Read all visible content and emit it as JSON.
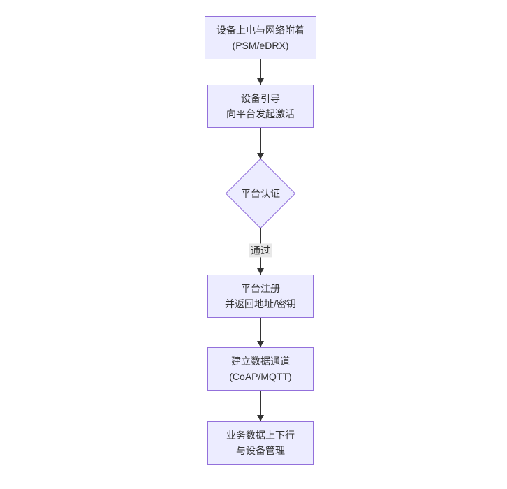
{
  "diagram": {
    "type": "flowchart",
    "direction": "top-down",
    "background_color": "#ffffff",
    "node_fill_color": "#ECECFF",
    "node_border_color": "#9370DB",
    "text_color": "#333333",
    "edge_color": "#333333",
    "edge_label_bg_color": "#e8e8e8",
    "nodes": [
      {
        "id": "A",
        "shape": "rect",
        "lines": [
          "设备上电与网络附着",
          "(PSM/eDRX)"
        ]
      },
      {
        "id": "B",
        "shape": "rect",
        "lines": [
          "设备引导",
          "向平台发起激活"
        ]
      },
      {
        "id": "C",
        "shape": "diamond",
        "lines": [
          "平台认证"
        ]
      },
      {
        "id": "D",
        "shape": "rect",
        "lines": [
          "平台注册",
          "并返回地址/密钥"
        ]
      },
      {
        "id": "E",
        "shape": "rect",
        "lines": [
          "建立数据通道",
          "(CoAP/MQTT)"
        ]
      },
      {
        "id": "F",
        "shape": "rect",
        "lines": [
          "业务数据上下行",
          "与设备管理"
        ]
      }
    ],
    "edges": [
      {
        "from": "A",
        "to": "B"
      },
      {
        "from": "B",
        "to": "C"
      },
      {
        "from": "C",
        "to": "D",
        "label": "通过"
      },
      {
        "from": "D",
        "to": "E"
      },
      {
        "from": "E",
        "to": "F"
      }
    ]
  }
}
